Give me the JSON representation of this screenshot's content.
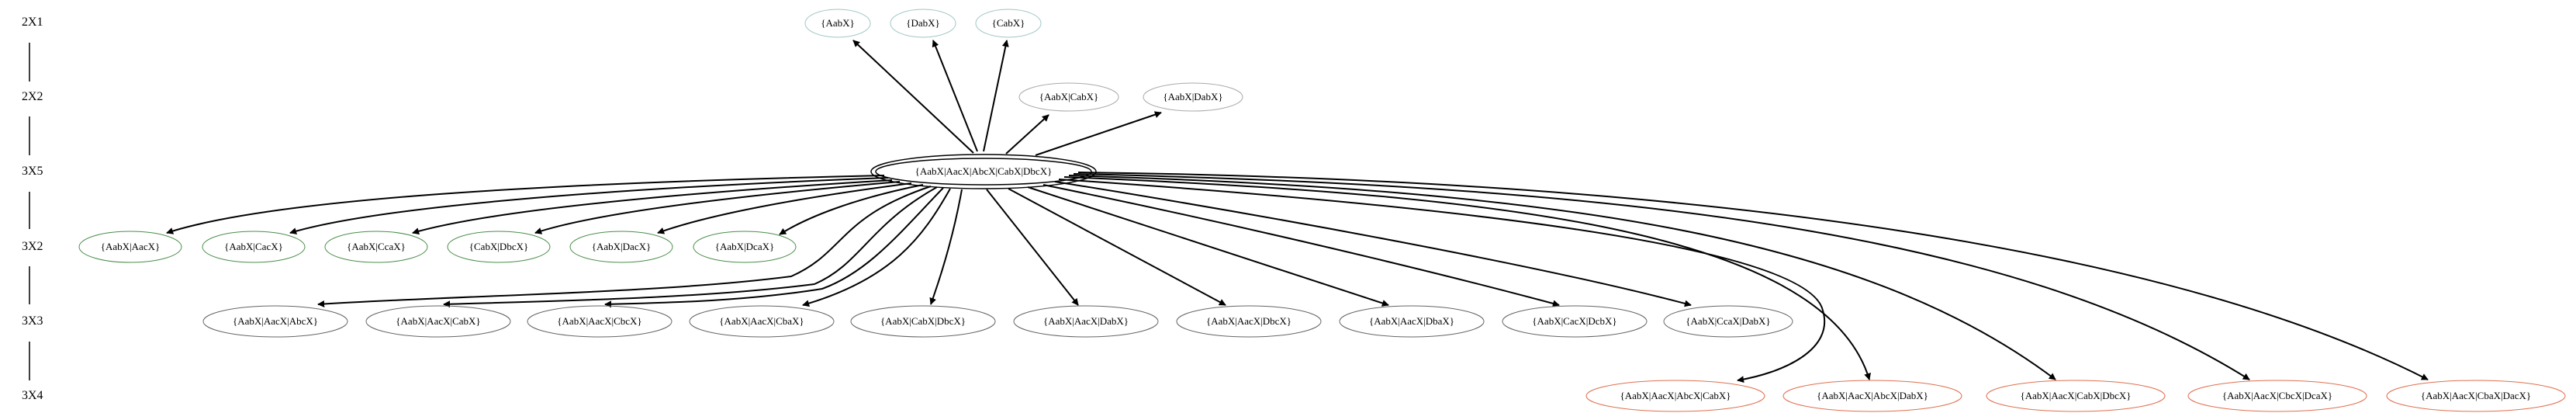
{
  "levels": [
    "2X1",
    "2X2",
    "3X5",
    "3X2",
    "3X3",
    "3X4"
  ],
  "nodes": {
    "r1_a": "{AabX}",
    "r1_b": "{DabX}",
    "r1_c": "{CabX}",
    "r2_a": "{AabX|CabX}",
    "r2_b": "{AabX|DabX}",
    "center": "{AabX|AacX|AbcX|CabX|DbcX}",
    "g1": "{AabX|AacX}",
    "g2": "{AabX|CacX}",
    "g3": "{AabX|CcaX}",
    "g4": "{CabX|DbcX}",
    "g5": "{AabX|DacX}",
    "g6": "{AabX|DcaX}",
    "t1": "{AabX|AacX|AbcX}",
    "t2": "{AabX|AacX|CabX}",
    "t3": "{AabX|AacX|CbcX}",
    "t4": "{AabX|AacX|CbaX}",
    "t5": "{AabX|CabX|DbcX}",
    "t6": "{AabX|AacX|DabX}",
    "t7": "{AabX|AacX|DbcX}",
    "t8": "{AabX|AacX|DbaX}",
    "t9": "{AabX|CacX|DcbX}",
    "t10": "{AabX|CcaX|DabX}",
    "q1": "{AabX|AacX|AbcX|CabX}",
    "q2": "{AabX|AacX|AbcX|DabX}",
    "q3": "{AabX|AacX|CabX|DbcX}",
    "q4": "{AabX|AacX|CbcX|DcaX}",
    "q5": "{AabX|AacX|CbaX|DacX}"
  },
  "colors": {
    "row1_border": "#9fc6c4",
    "row2_border": "#aaaaaa",
    "green_border": "#4a8f4a",
    "gray_border": "#666666",
    "red_border": "#e07050",
    "edge": "#000000"
  }
}
